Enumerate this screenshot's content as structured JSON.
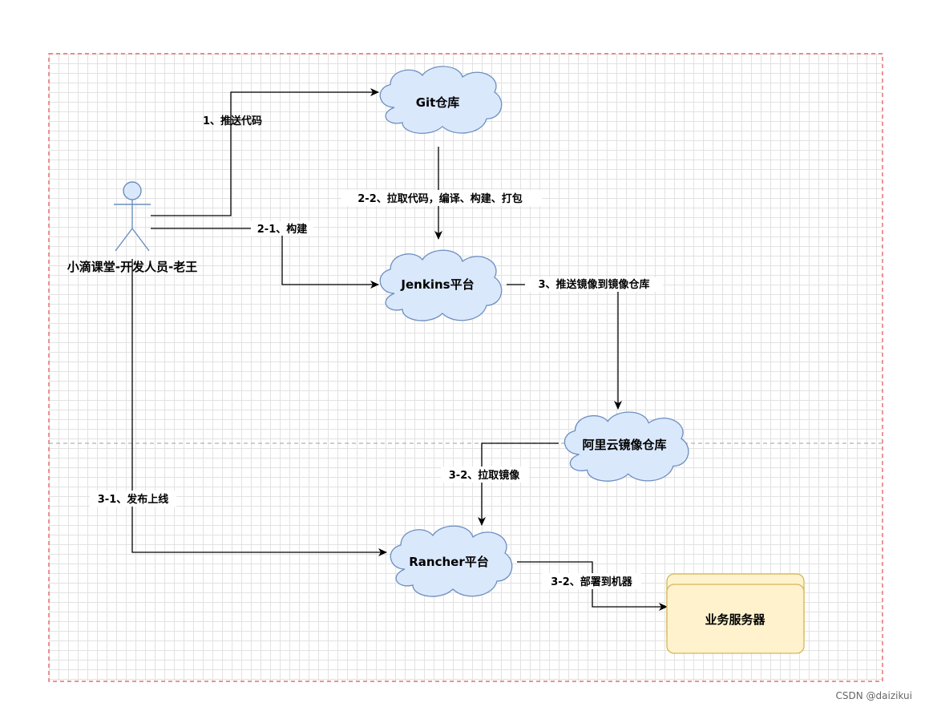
{
  "actor": {
    "label": "小滴课堂-开发人员-老王"
  },
  "nodes": {
    "git": "Git仓库",
    "jenkins": "Jenkins平台",
    "aliyun": "阿里云镜像仓库",
    "rancher": "Rancher平台",
    "servers": "业务服务器"
  },
  "edges": {
    "push_code": "1、推送代码",
    "build": "2-1、构建",
    "pull_compile": "2-2、拉取代码，编译、构建、打包",
    "push_image": "3、推送镜像到镜像仓库",
    "pull_image": "3-2、拉取镜像",
    "release": "3-1、发布上线",
    "deploy": "3-2、部署到机器"
  },
  "watermark": "CSDN @daizikui",
  "colors": {
    "cloud_fill": "#dae8fc",
    "cloud_stroke": "#6c8ebf",
    "server_fill": "#fff2cc",
    "server_stroke": "#d6b656",
    "border_dash": "#e05050",
    "divider": "#b0b0b0"
  }
}
